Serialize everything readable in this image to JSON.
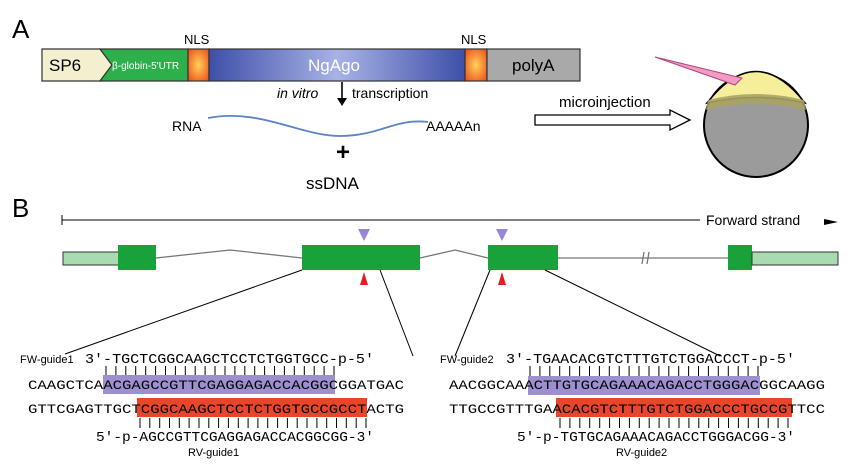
{
  "panel_a": {
    "label": "A",
    "construct": {
      "sp6": "SP6",
      "utr": "β-globin-5'UTR",
      "nls_left": "NLS",
      "ngago": "NgAgo",
      "nls_right": "NLS",
      "polya": "polyA"
    },
    "in_vitro": "in vitro",
    "transcription": "transcription",
    "rna_label": "RNA",
    "polya_tail": "AAAAAn",
    "plus": "+",
    "ssdna": "ssDNA",
    "microinjection": "microinjection"
  },
  "panel_b": {
    "label": "B",
    "forward_strand": "Forward strand",
    "left": {
      "fw_guide_label": "FW-guide1",
      "fw_guide_seq": "3'-TGCTCGGCAAGCTCCTCTGGTGCC-p-5'",
      "top_strand": "CAAGCTCAACGAGCCGTTCGAGGAGACCACGGCGGATGAC",
      "bottom_strand": "GTTCGAGTTGCTCGGCAAGCTCCTCTGGTGCCGCCTACTG",
      "rv_guide_seq": "5'-p-AGCCGTTCGAGGAGACCACGGCGG-3'",
      "rv_guide_label": "RV-guide1"
    },
    "right": {
      "fw_guide_label": "FW-guide2",
      "fw_guide_seq": "3'-TGAACACGTCTTTGTCTGGACCCT-p-5'",
      "top_strand": "AACGGCAAACTTGTGCAGAAACAGACCTGGGACGGCAAGG",
      "bottom_strand": "TTGCCGTTTGAACACGTCTTTGTCTGGACCCTGCCGTTCC",
      "rv_guide_seq": "5'-p-TGTGCAGAAACAGACCTGGGACGG-3'",
      "rv_guide_label": "RV-guide2"
    }
  },
  "colors": {
    "sp6": "#f3f0cf",
    "utr": "#2db04b",
    "nls": "#f47a20",
    "ngago": "#4a5fb8",
    "polya": "#a9a9a9",
    "exon": "#19a23a",
    "utr_exon": "#a8dcb0",
    "purple_highlight": "#9d8fd0",
    "red_highlight": "#e8452a",
    "rna": "#5b84c9",
    "purple_marker": "#9a86d6",
    "red_marker": "#e02020"
  }
}
